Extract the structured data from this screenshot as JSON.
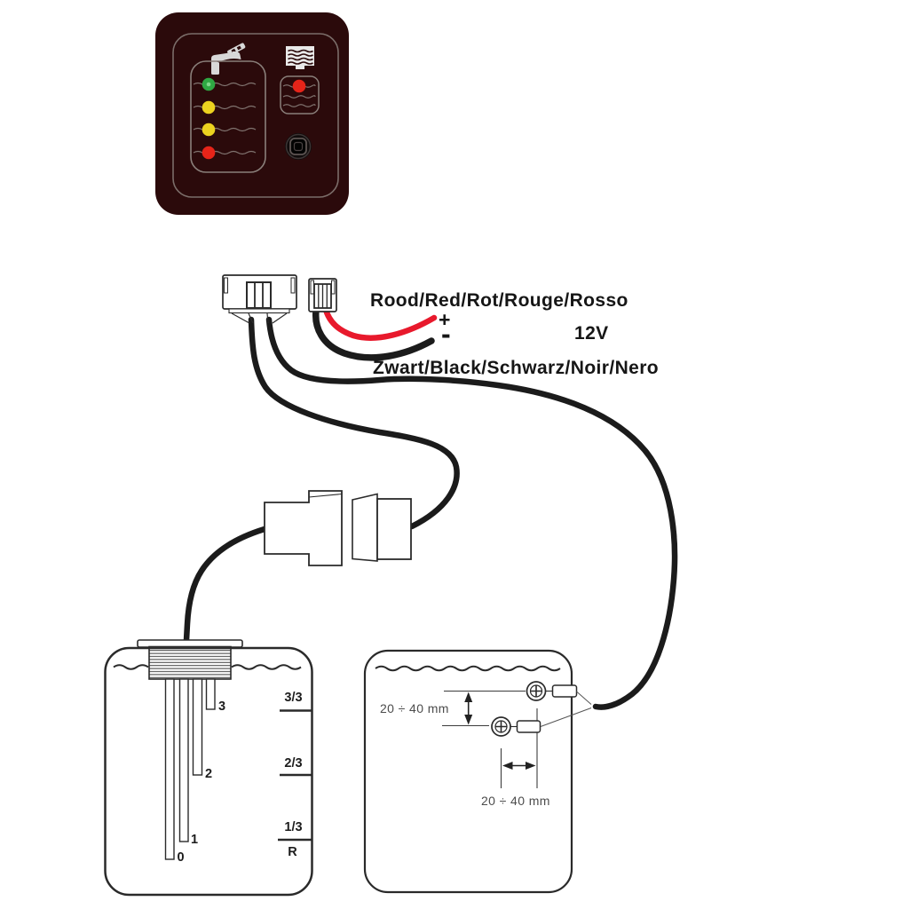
{
  "panel": {
    "background_color": "#2b0a0b",
    "outline_color": "#8a7f7a",
    "fresh_water_icon": "faucet-icon",
    "waste_water_icon": "waste-tank-icon",
    "button_icon": "round-push-button",
    "fresh_tank_led_colors": [
      "#2fa843",
      "#ecd21f",
      "#ecd21f",
      "#e62419"
    ],
    "waste_tank_led_color": "#e62419"
  },
  "wiring": {
    "red_wire_label": "Rood/Red/Rot/Rouge/Rosso",
    "plus": "+",
    "minus": "-",
    "voltage": "12V",
    "black_wire_label": "Zwart/Black/Schwarz/Noir/Nero"
  },
  "sensor_tank": {
    "level_labels": [
      "3/3",
      "2/3",
      "1/3"
    ],
    "reserve_label": "R",
    "probe_labels": [
      "3",
      "2",
      "1",
      "0"
    ]
  },
  "mount_tank": {
    "vertical_dimension": "20 ÷ 40 mm",
    "horizontal_dimension": "20 ÷ 40 mm"
  },
  "colors": {
    "wire_black": "#1b1b1b",
    "wire_red": "#e8192c",
    "line": "#2a2a2a",
    "dim_line": "#3c3c3c",
    "dim_text": "#4c4c4c"
  }
}
